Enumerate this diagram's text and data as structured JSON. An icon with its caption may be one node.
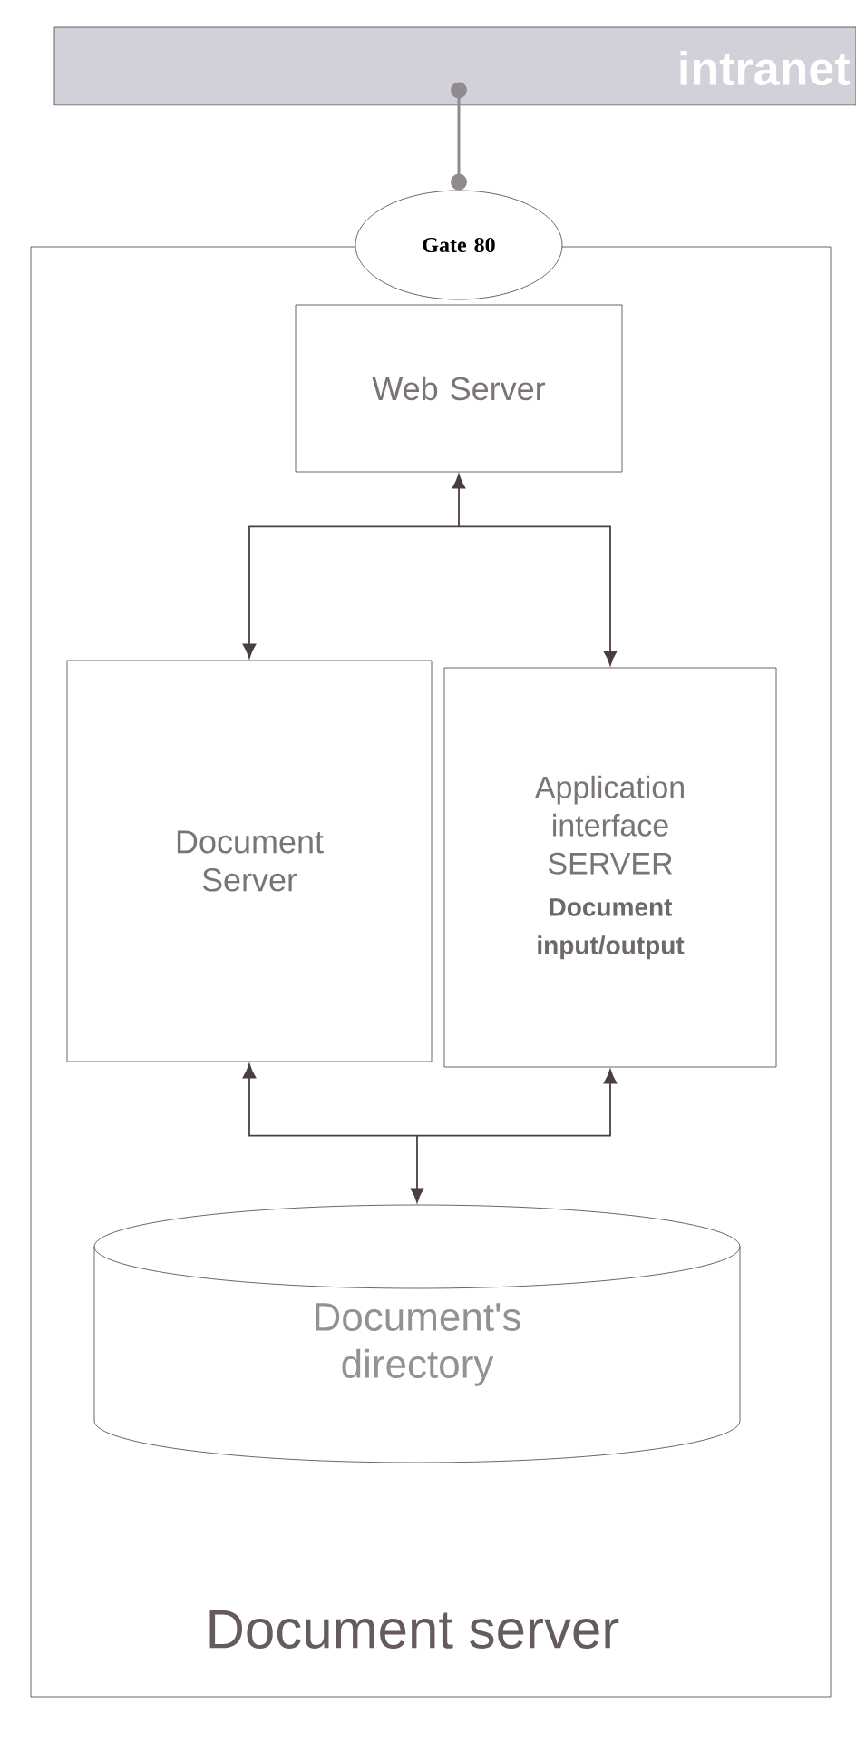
{
  "diagram": {
    "nodes": [
      {
        "text": [
          "intranet"
        ]
      },
      {
        "text": [
          "Document server"
        ]
      },
      {
        "text": [
          "Gate 80"
        ]
      },
      {
        "text": [
          "Web Server"
        ],
        "in": 1
      },
      {
        "text": [
          "Document Server"
        ],
        "in": 1
      },
      {
        "text": [
          "Application interface SERVER",
          "Document input/output"
        ],
        "in": 1
      },
      {
        "text": [
          "Document's directory"
        ],
        "in": 1
      }
    ],
    "edges": [
      {
        "from": 0,
        "to": 2,
        "arrow": "other"
      },
      {
        "from": 3,
        "to": 4,
        "arrow": "both"
      },
      {
        "from": 3,
        "to": 5,
        "arrow": "both"
      },
      {
        "from": 6,
        "to": 4,
        "arrow": "both"
      },
      {
        "from": 6,
        "to": 5,
        "arrow": "both"
      }
    ]
  }
}
